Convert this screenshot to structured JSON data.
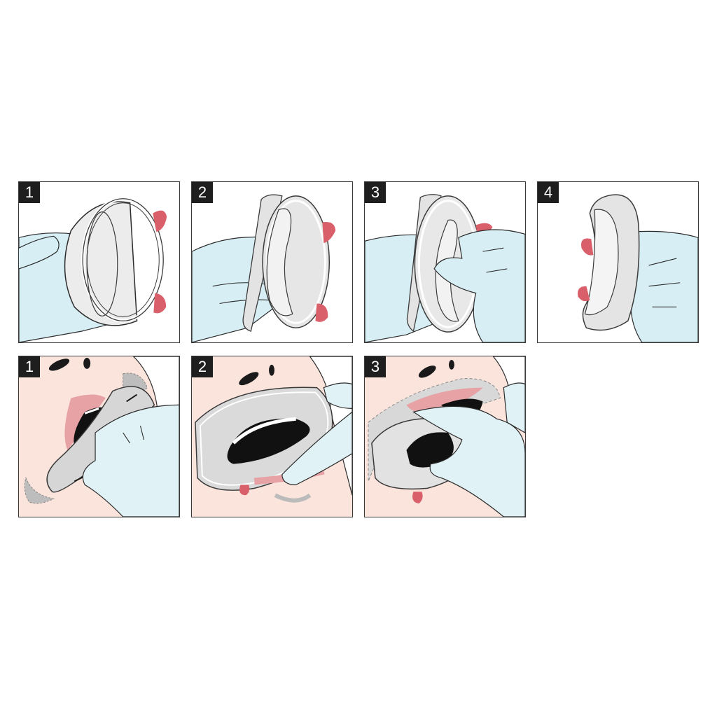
{
  "colors": {
    "glove": "#d6eef4",
    "glove_stroke": "#2b2b2b",
    "retractor": "#e8e8e8",
    "retractor_shade": "#cfcfcf",
    "tab_red": "#d9606b",
    "skin": "#fbe4dc",
    "lip": "#e7a2a6",
    "mouth": "#111111",
    "frame": "#3a3a3a",
    "badge": "#1e1e1e"
  },
  "rows": [
    {
      "name": "preparation-steps",
      "panels": [
        {
          "step": "1",
          "scene": "hand-holding-retractor"
        },
        {
          "step": "2",
          "scene": "hand-folding-retractor"
        },
        {
          "step": "3",
          "scene": "two-hands-folding-retractor"
        },
        {
          "step": "4",
          "scene": "folded-retractor"
        }
      ]
    },
    {
      "name": "insertion-steps",
      "panels": [
        {
          "step": "1",
          "scene": "insert-lower-lip"
        },
        {
          "step": "2",
          "scene": "retractor-placed-in-mouth"
        },
        {
          "step": "3",
          "scene": "adjust-upper-lip"
        }
      ]
    }
  ]
}
